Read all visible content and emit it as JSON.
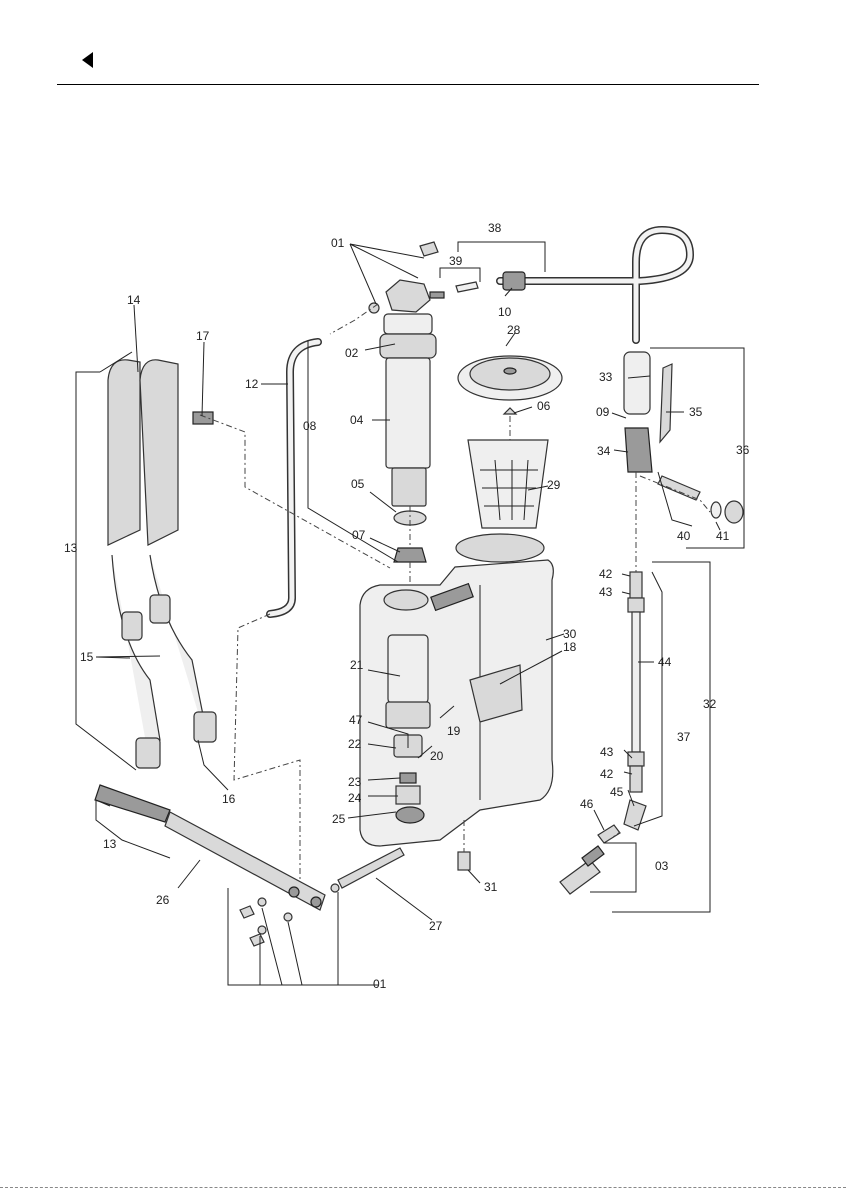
{
  "labels": [
    "01",
    "39",
    "38",
    "10",
    "02",
    "28",
    "12",
    "08",
    "06",
    "33",
    "35",
    "09",
    "36",
    "14",
    "17",
    "04",
    "34",
    "13",
    "05",
    "29",
    "40",
    "41",
    "07",
    "42",
    "43",
    "30",
    "44",
    "18",
    "15",
    "21",
    "19",
    "32",
    "47",
    "20",
    "37",
    "22",
    "43",
    "42",
    "23",
    "24",
    "16",
    "45",
    "25",
    "46",
    "03",
    "13",
    "26",
    "31",
    "27",
    "01"
  ]
}
